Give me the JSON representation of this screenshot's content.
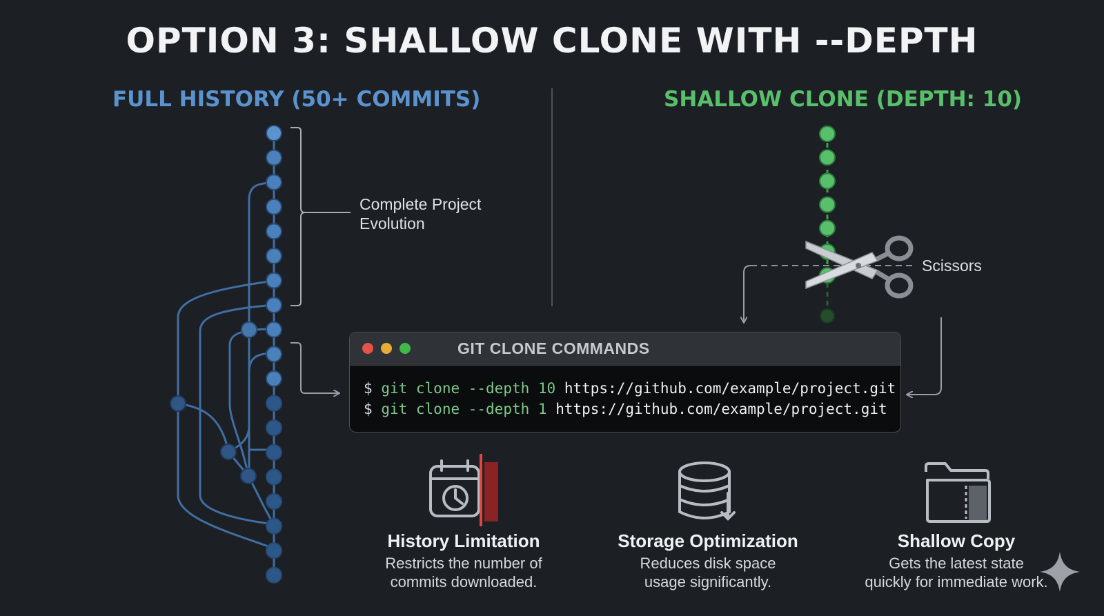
{
  "title": "OPTION 3: SHALLOW CLONE WITH --DEPTH",
  "full_history": {
    "heading": "FULL HISTORY (50+ COMMITS)",
    "annotation": "Complete Project Evolution",
    "color": "#5b93cf"
  },
  "shallow_clone": {
    "heading": "SHALLOW CLONE (DEPTH: 10)",
    "annotation": "Scissors",
    "color": "#58c06a"
  },
  "terminal": {
    "title": "GIT CLONE COMMANDS",
    "commands": [
      {
        "prompt": "$",
        "cmd": "git clone --depth 10",
        "url": "https://github.com/example/project.git"
      },
      {
        "prompt": "$",
        "cmd": "git clone --depth 1",
        "url": "https://github.com/example/project.git"
      }
    ]
  },
  "features": [
    {
      "icon": "calendar-clock-icon",
      "title": "History Limitation",
      "description_lines": [
        "Restricts the number of",
        "commits downloaded."
      ]
    },
    {
      "icon": "database-icon",
      "title": "Storage Optimization",
      "description_lines": [
        "Reduces disk space",
        "usage significantly."
      ]
    },
    {
      "icon": "folder-icon",
      "title": "Shallow Copy",
      "description_lines": [
        "Gets the latest state",
        "quickly for immediate work."
      ]
    }
  ]
}
